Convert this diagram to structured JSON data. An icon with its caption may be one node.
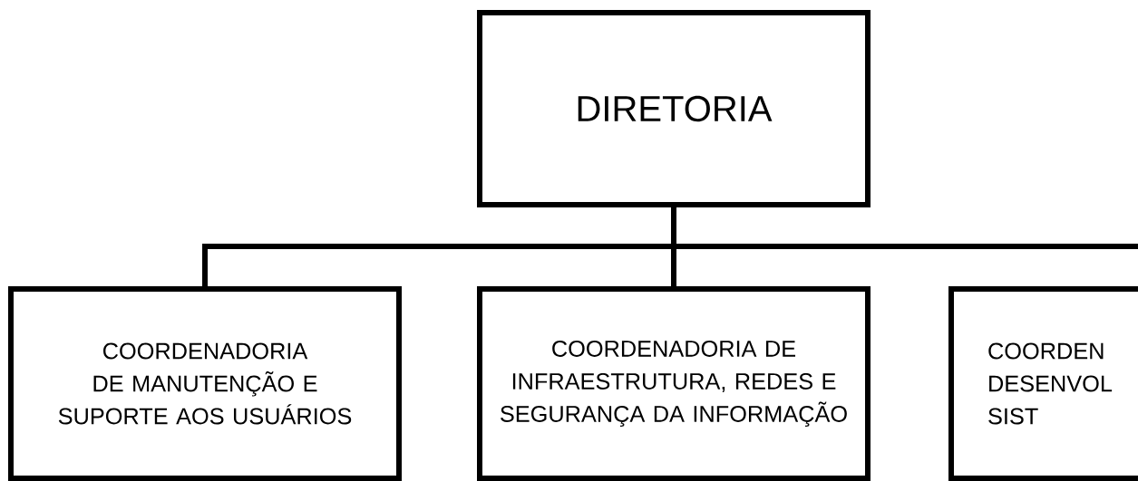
{
  "diagram": {
    "nodes": [
      {
        "text": [
          "DIRETORIA"
        ]
      },
      {
        "text": [
          "COORDENADORIA DE MANUTENÇÃO E SUPORTE AOS USUÁRIOS"
        ]
      },
      {
        "text": [
          "COORDENADORIA DE INFRAESTRUTURA, REDES E SEGURANÇA DA INFORMAÇÃO"
        ]
      },
      {
        "text": [
          "COORDEN DESENVOL SIST"
        ]
      }
    ],
    "edges": [
      {
        "from": 0,
        "to": 1,
        "arrow": "none"
      },
      {
        "from": 0,
        "to": 2,
        "arrow": "none"
      },
      {
        "from": 0,
        "to": 3,
        "arrow": "none"
      }
    ]
  }
}
